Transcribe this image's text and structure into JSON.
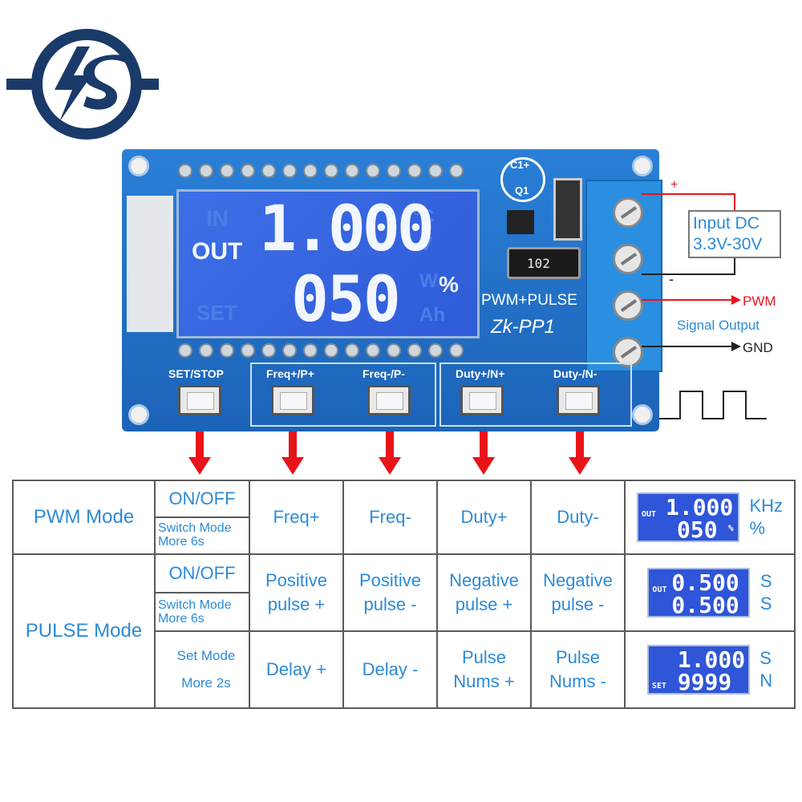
{
  "board": {
    "lcd": {
      "out_label": "OUT",
      "line1": "1.000",
      "line2": "050",
      "unit": "%",
      "ghost_in": "IN",
      "ghost_set": "SET",
      "ghost_c": "°C",
      "ghost_v": "V",
      "ghost_w": "W",
      "ghost_ah": "Ah"
    },
    "model_line1": "PWM+PULSE",
    "model_line2": "Zk-PP1",
    "resistor": "102",
    "cap_label": "C1+",
    "q_label": "Q1",
    "buttons": [
      "SET/STOP",
      "Freq+/P+",
      "Freq-/P-",
      "Duty+/N+",
      "Duty-/N-"
    ]
  },
  "annotations": {
    "plus": "+",
    "minus": "-",
    "input_line1": "Input DC",
    "input_line2": "3.3V-30V",
    "pwm": "PWM",
    "signal_output": "Signal Output",
    "gnd": "GND"
  },
  "table": {
    "pwm_mode": "PWM Mode",
    "pulse_mode": "PULSE Mode",
    "on_off": "ON/OFF",
    "switch_mode": "Switch Mode",
    "more_6s": "More 6s",
    "set_mode": "Set Mode",
    "more_2s": "More 2s",
    "freq_plus": "Freq+",
    "freq_minus": "Freq-",
    "duty_plus": "Duty+",
    "duty_minus": "Duty-",
    "pos_pulse_plus_1": "Positive",
    "pos_pulse_plus_2": "pulse +",
    "pos_pulse_minus_1": "Positive",
    "pos_pulse_minus_2": "pulse -",
    "neg_pulse_plus_1": "Negative",
    "neg_pulse_plus_2": "pulse +",
    "neg_pulse_minus_1": "Negative",
    "neg_pulse_minus_2": "pulse -",
    "delay_plus": "Delay +",
    "delay_minus": "Delay -",
    "pulse_nums_plus_1": "Pulse",
    "pulse_nums_plus_2": "Nums +",
    "pulse_nums_minus_1": "Pulse",
    "pulse_nums_minus_2": "Nums -",
    "disp1": {
      "tag": "OUT",
      "l1": "1.000",
      "l2": "050",
      "pct": "%",
      "u1": "KHz",
      "u2": "%"
    },
    "disp2": {
      "tag": "OUT",
      "l1": "0.500",
      "l2": "0.500",
      "u1": "S",
      "u2": "S"
    },
    "disp3": {
      "tag": "SET",
      "l1": "1.000",
      "l2": "9999",
      "u1": "S",
      "u2": "N"
    }
  },
  "colors": {
    "accent_text": "#2c8ad6",
    "arrow_red": "#e8141a",
    "logo_navy": "#1a3a6a",
    "board_blue": "#1f6fc7"
  }
}
